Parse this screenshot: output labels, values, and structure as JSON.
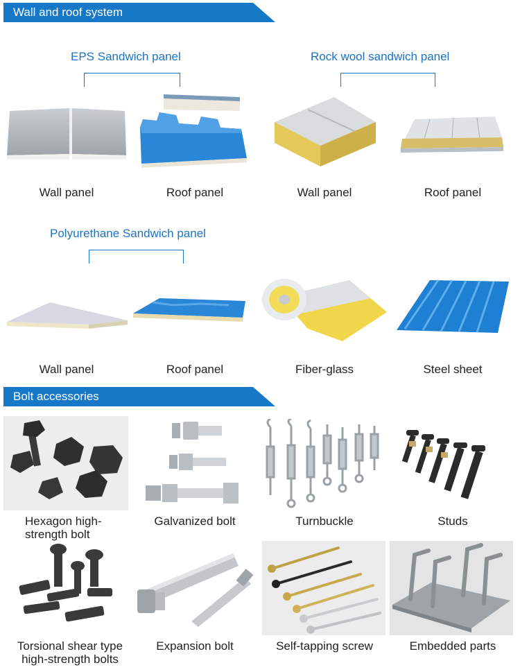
{
  "sections": {
    "wall_roof": {
      "title": "Wall and roof system"
    },
    "bolts": {
      "title": "Bolt accessories"
    }
  },
  "groups": {
    "eps": {
      "title": "EPS Sandwich panel",
      "items": [
        "Wall panel",
        "Roof panel"
      ]
    },
    "rockwool": {
      "title": "Rock wool sandwich panel",
      "items": [
        "Wall panel",
        "Roof panel"
      ]
    },
    "pu": {
      "title": "Polyurethane Sandwich panel",
      "items": [
        "Wall panel",
        "Roof panel"
      ]
    }
  },
  "materials": [
    "Fiber-glass",
    "Steel sheet"
  ],
  "bolt_items": [
    "Hexagon high-strength bolt",
    "Galvanized bolt",
    "Turnbuckle",
    "Studs",
    "Torsional shear type high-strength bolts",
    "Expansion bolt",
    "Self-tapping screw",
    "Embedded parts"
  ],
  "colors": {
    "banner_blue": "#1878c8",
    "title_blue": "#1c73c2",
    "roof_blue": "#2a86d6"
  },
  "icons": [
    "eps-wall-panel-image",
    "eps-roof-panel-image",
    "rockwool-wall-panel-image",
    "rockwool-roof-panel-image",
    "pu-wall-panel-image",
    "pu-roof-panel-image",
    "fiberglass-roll-image",
    "steel-sheet-image",
    "hexagon-bolt-image",
    "galvanized-bolt-image",
    "turnbuckle-image",
    "studs-image",
    "torsional-shear-bolt-image",
    "expansion-bolt-image",
    "self-tapping-screw-image",
    "embedded-parts-image"
  ]
}
